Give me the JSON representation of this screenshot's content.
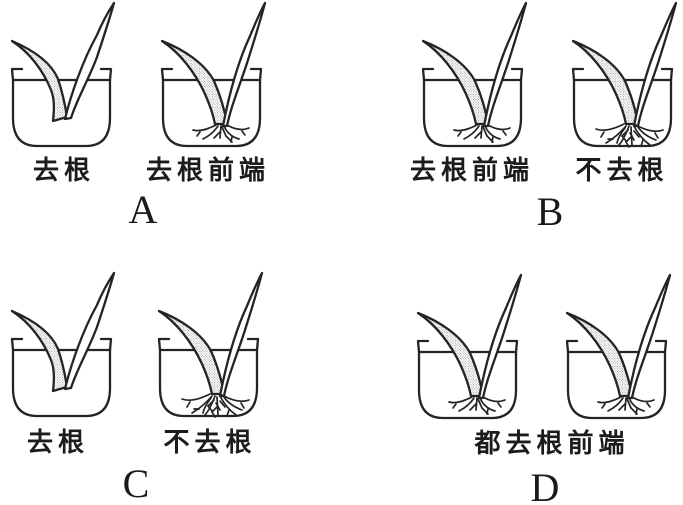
{
  "figure": {
    "options": [
      {
        "letter": "A",
        "beakers": [
          {
            "icon": "beaker-root-removed-icon",
            "label": "去根"
          },
          {
            "icon": "beaker-root-tip-removed-icon",
            "label": "去根前端"
          }
        ]
      },
      {
        "letter": "B",
        "beakers": [
          {
            "icon": "beaker-root-tip-removed-icon",
            "label": "去根前端"
          },
          {
            "icon": "beaker-root-intact-icon",
            "label": "不去根"
          }
        ]
      },
      {
        "letter": "C",
        "beakers": [
          {
            "icon": "beaker-root-removed-icon",
            "label": "去根"
          },
          {
            "icon": "beaker-root-intact-icon",
            "label": "不去根"
          }
        ]
      },
      {
        "letter": "D",
        "beakers": [
          {
            "icon": "beaker-root-tip-removed-icon"
          },
          {
            "icon": "beaker-root-tip-removed-icon"
          }
        ],
        "shared_label": "都去根前端"
      }
    ],
    "colors": {
      "ink": "#242424",
      "stipple_dot": "#8b8b8b",
      "background": "#ffffff"
    }
  }
}
